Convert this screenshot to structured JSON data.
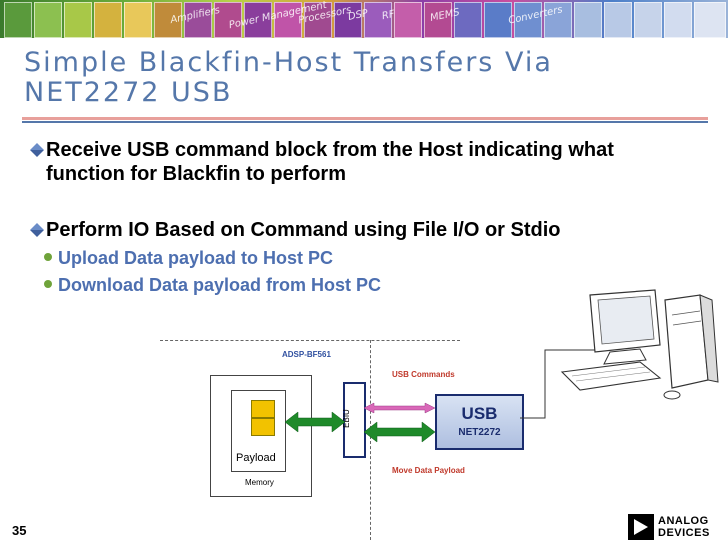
{
  "banner": {
    "words": [
      "Amplifiers",
      "Power Management",
      "Processors",
      "DSP",
      "RF",
      "MEMS",
      "Converters"
    ]
  },
  "slide": {
    "title_line1": "Simple Blackfin-Host Transfers Via",
    "title_line2": "NET2272 USB",
    "bullets": [
      {
        "text": "Receive USB command block from the Host indicating what function for Blackfin to perform"
      },
      {
        "text": "Perform IO Based on Command using File I/O or Stdio"
      }
    ],
    "sub_bullets": [
      {
        "text": "Upload Data payload to Host PC"
      },
      {
        "text": "Download Data payload from Host PC"
      }
    ],
    "page_number": "35"
  },
  "diagram": {
    "processor_label": "ADSP-BF561",
    "usb_commands_label": "USB Commands",
    "ebiu_label": "EBIU",
    "usb_chip_line1": "USB",
    "usb_chip_line2": "NET2272",
    "payload_label": "Payload",
    "memory_label": "Memory",
    "move_data_label": "Move Data Payload"
  },
  "logo": {
    "line1": "ANALOG",
    "line2": "DEVICES"
  },
  "colors": {
    "title": "#5577aa",
    "sub_bullet": "#4d6fb0",
    "arrow_green": "#1f8a2a",
    "label_red": "#c0392b",
    "label_blue": "#3050a0"
  }
}
